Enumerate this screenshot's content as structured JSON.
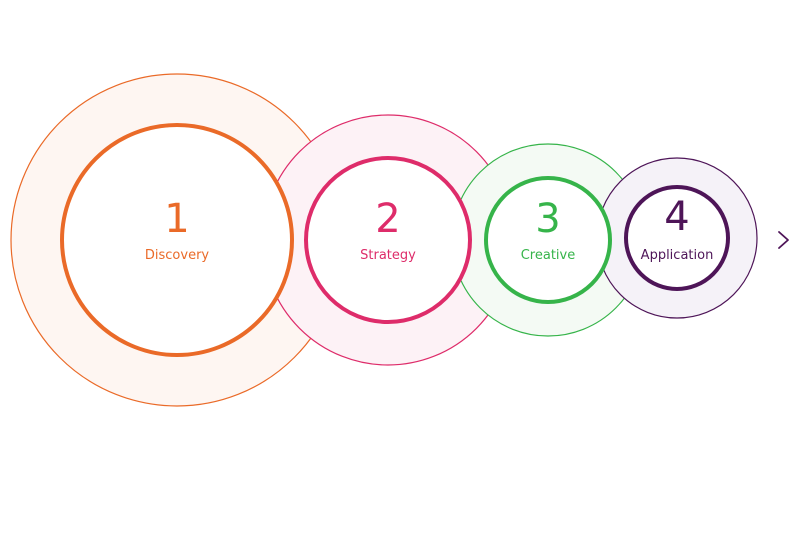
{
  "stages": [
    {
      "number": "1",
      "label": "Discovery",
      "color": "#EA6A28",
      "halo_fill": "#FEF6F2"
    },
    {
      "number": "2",
      "label": "Strategy",
      "color": "#DE2C6A",
      "halo_fill": "#FDF2F6"
    },
    {
      "number": "3",
      "label": "Creative",
      "color": "#36B44A",
      "halo_fill": "#F4FAF4"
    },
    {
      "number": "4",
      "label": "Application",
      "color": "#4E1558",
      "halo_fill": "#F5F2F8"
    }
  ],
  "axis": {
    "color_start": "#EA6A28",
    "color_end": "#4E1558",
    "icon": "arrow-right-icon"
  }
}
